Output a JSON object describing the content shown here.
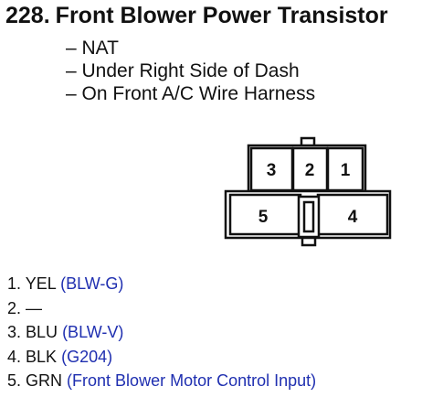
{
  "header": {
    "number": "228.",
    "title": "Front Blower Power Transistor"
  },
  "notes": [
    "– NAT",
    "– Under Right Side of Dash",
    "– On Front A/C Wire Harness"
  ],
  "connector": {
    "top_row": [
      "3",
      "2",
      "1"
    ],
    "bottom_row": [
      "5",
      "4"
    ]
  },
  "pins": [
    {
      "num": "1.",
      "color": "YEL",
      "ref": "(BLW-G)"
    },
    {
      "num": "2.",
      "color": "—",
      "ref": ""
    },
    {
      "num": "3.",
      "color": "BLU",
      "ref": "(BLW-V)"
    },
    {
      "num": "4.",
      "color": "BLK",
      "ref": "(G204)"
    },
    {
      "num": "5.",
      "color": "GRN",
      "ref": "(Front Blower Motor Control Input)"
    }
  ],
  "colors": {
    "text": "#111111",
    "reference_link": "#1f2fb0"
  }
}
